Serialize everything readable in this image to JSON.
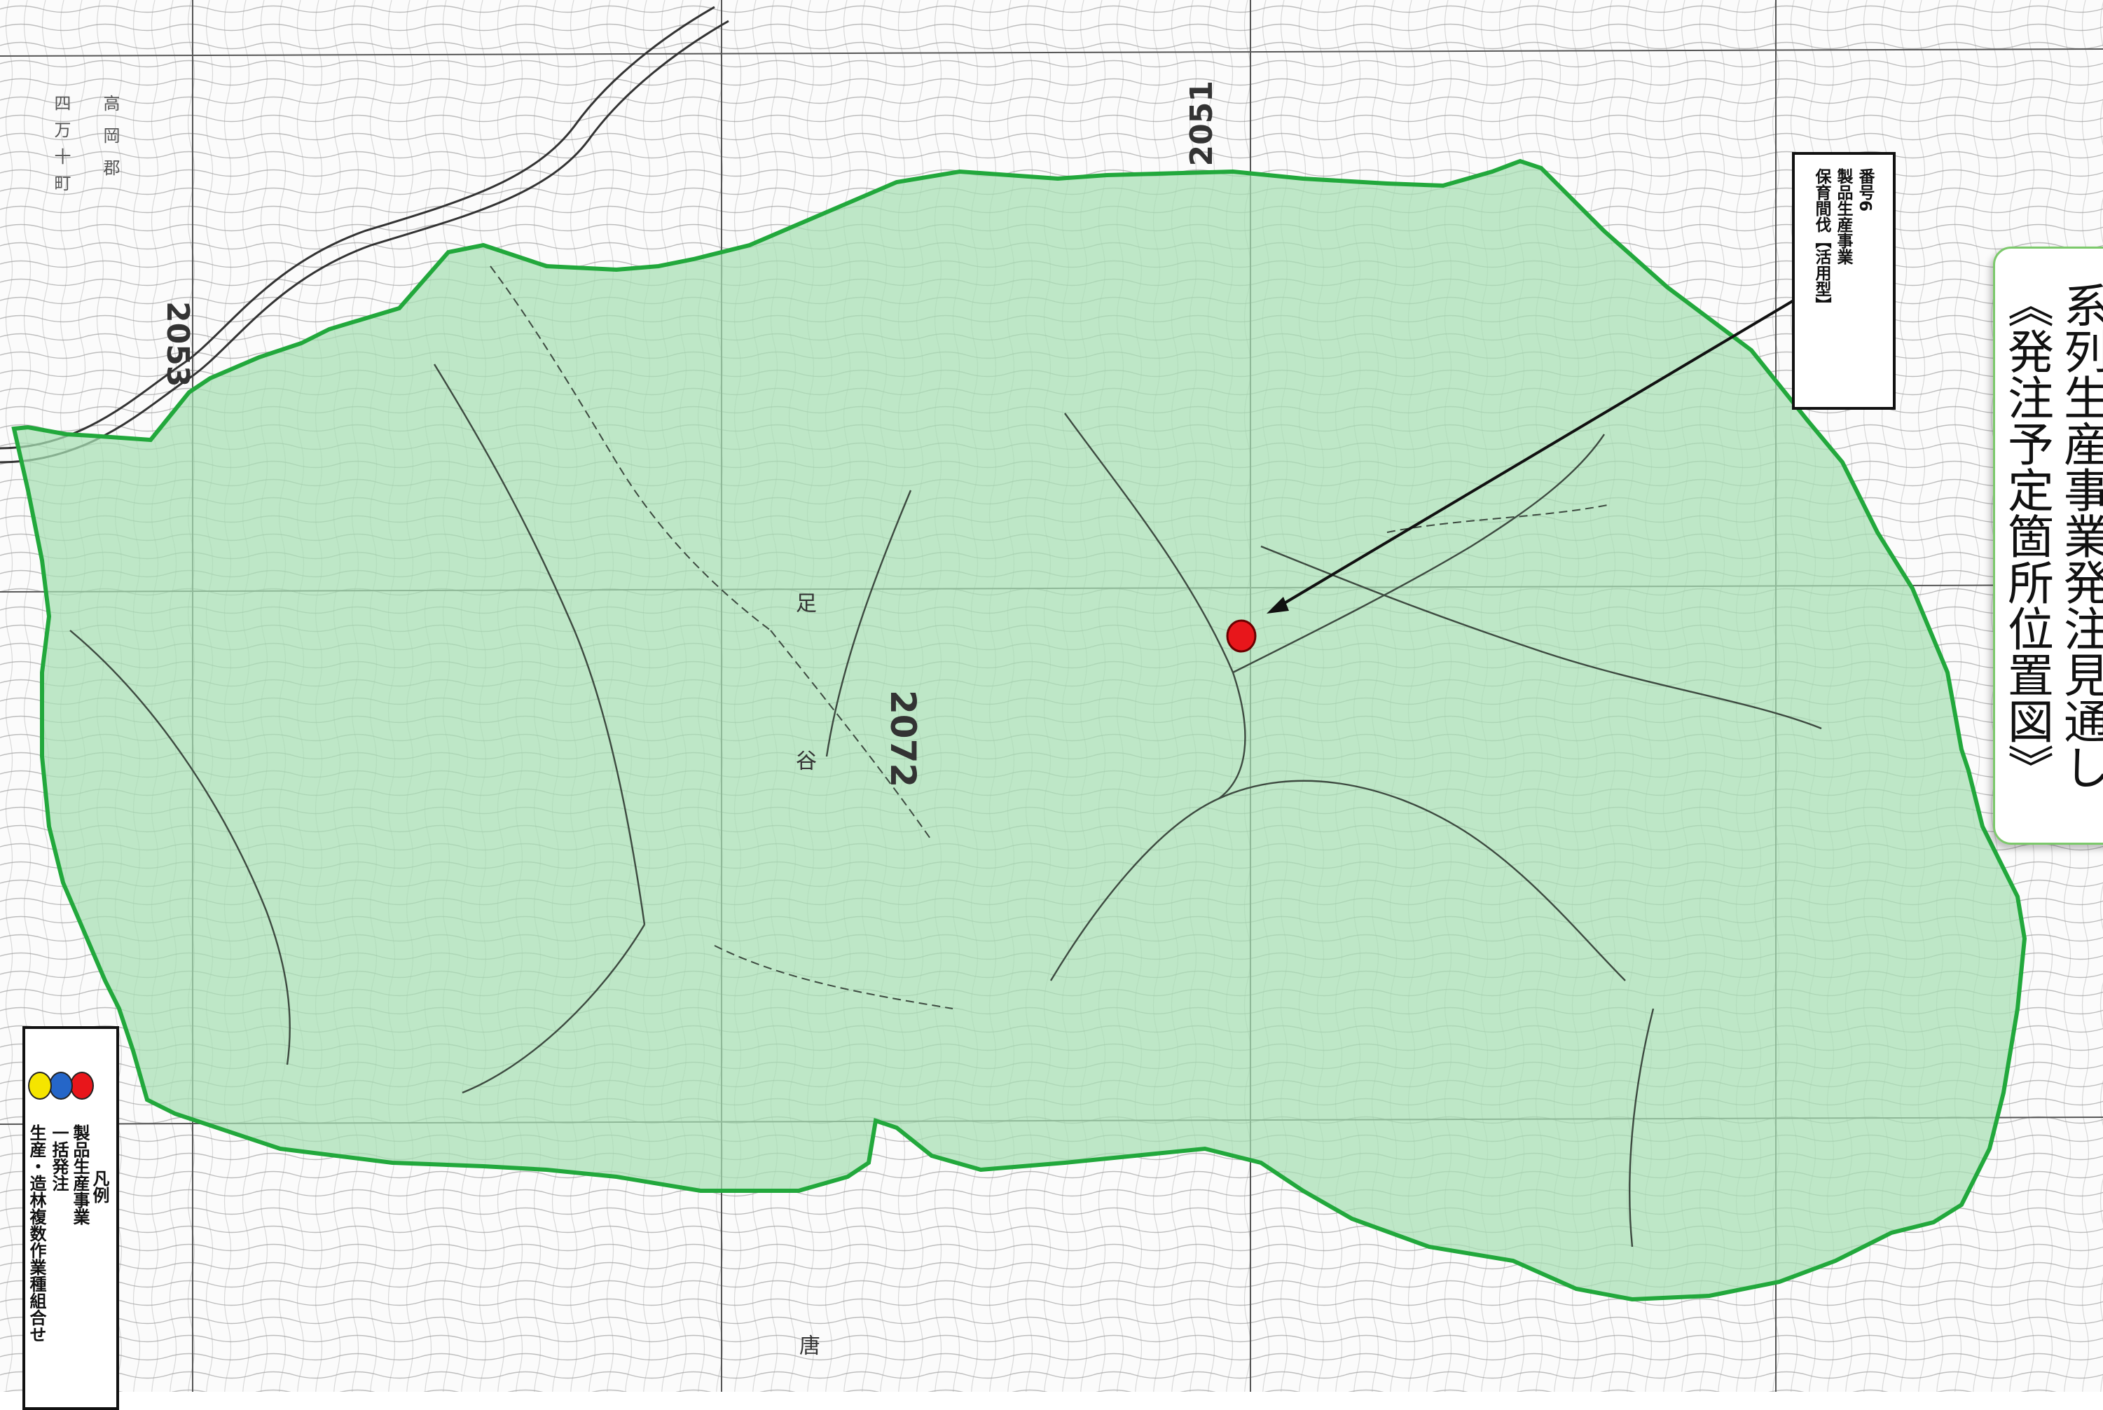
{
  "title": {
    "line1": "系列生産事業発注見通し",
    "line2": "《発注予定箇所位置図》"
  },
  "callout": {
    "number": "番号6",
    "project": "製品生産事業",
    "type": "保育間伐【活用型】"
  },
  "legend": {
    "heading": "凡例",
    "items": [
      {
        "color": "#e8161b",
        "label": "製品生産事業"
      },
      {
        "color": "#2566c8",
        "label": "一括発注"
      },
      {
        "color": "#f5e500",
        "label": "生産・造林複数作業種組合せ"
      }
    ]
  },
  "map": {
    "area_fill": "#a6dfb3",
    "area_border": "#22a83c",
    "marker_color": "#e8161b",
    "compartment_labels": [
      "2051",
      "2053",
      "2072"
    ],
    "admin_text": {
      "district": "高岡郡",
      "town": "四万十町"
    },
    "place_names": [
      "足",
      "谷",
      "唐"
    ]
  }
}
